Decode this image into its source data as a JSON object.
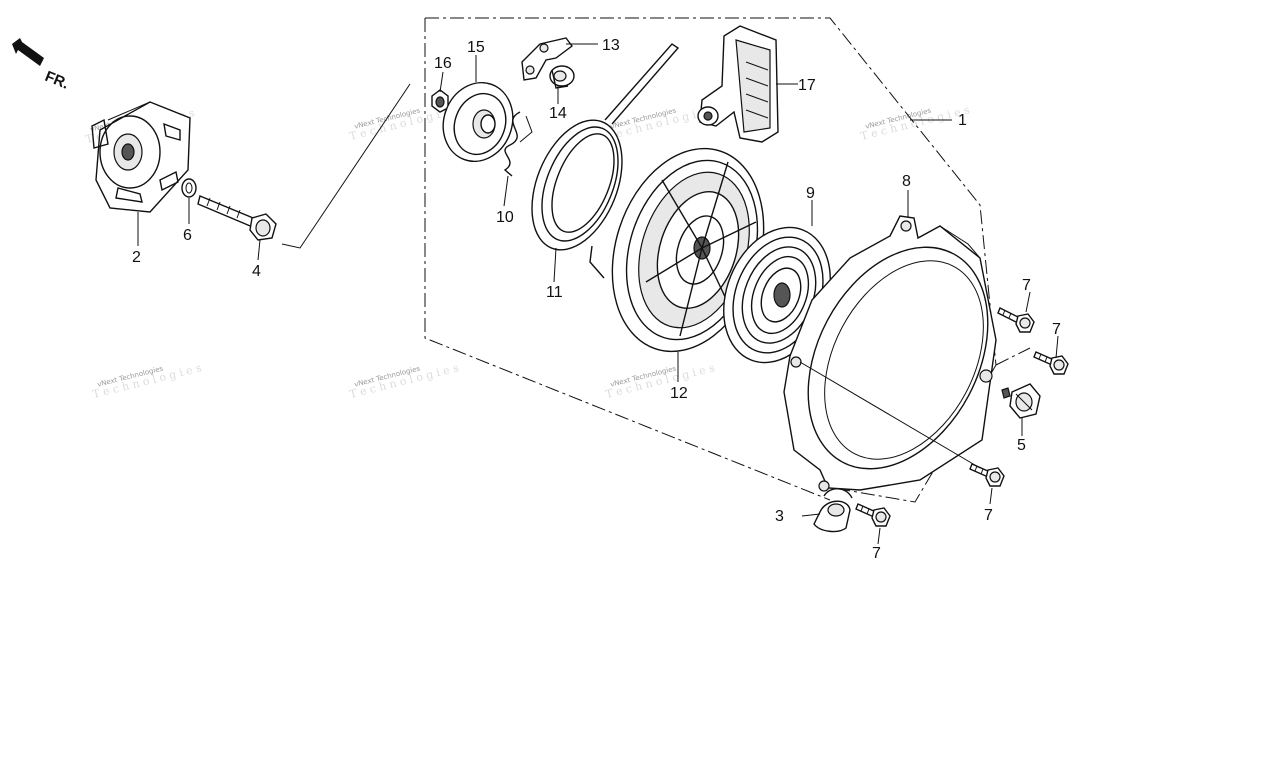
{
  "direction_label": "FR.",
  "watermark": {
    "text": "vNext Technologies"
  },
  "callouts": {
    "p1": "1",
    "p2": "2",
    "p3": "3",
    "p4": "4",
    "p5": "5",
    "p6": "6",
    "p7a": "7",
    "p7b": "7",
    "p7c": "7",
    "p7d": "7",
    "p8": "8",
    "p9": "9",
    "p10": "10",
    "p11": "11",
    "p12": "12",
    "p13": "13",
    "p14": "14",
    "p15": "15",
    "p16": "16",
    "p17": "17"
  }
}
